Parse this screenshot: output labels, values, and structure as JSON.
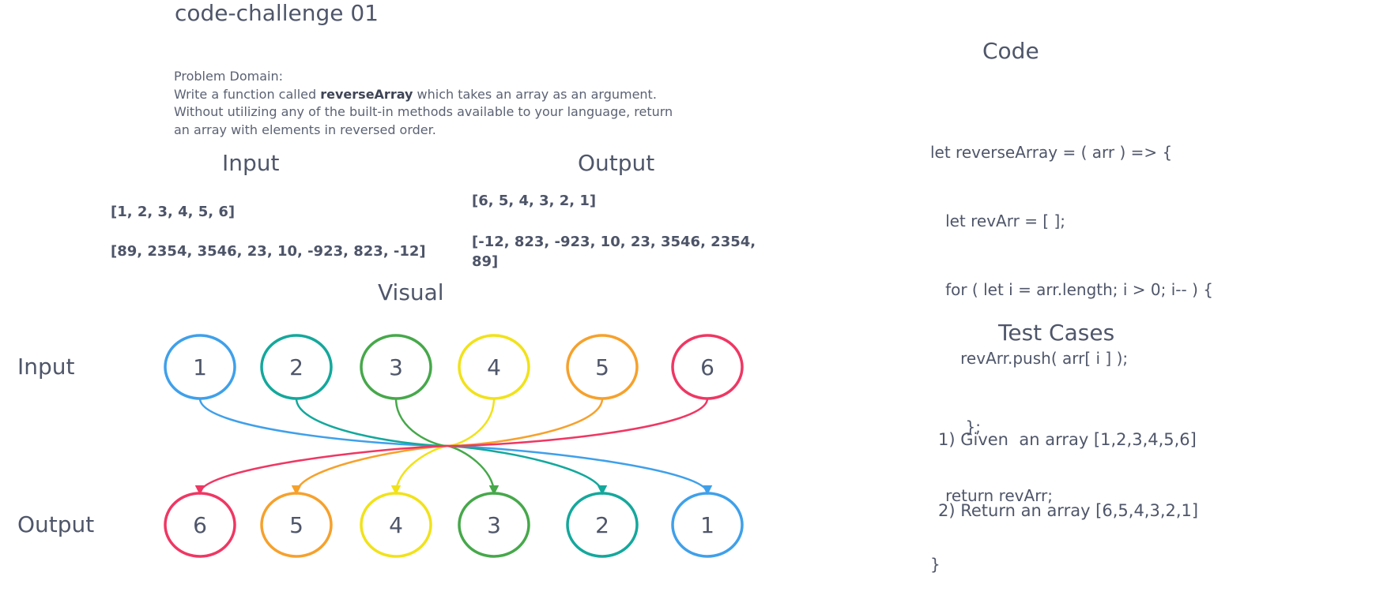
{
  "title": "code-challenge 01",
  "problem": {
    "label": "Problem Domain:",
    "line1_pre": "Write a function called ",
    "line1_bold": "reverseArray",
    "line1_post": " which takes an array as an argument.",
    "line2": "Without utilizing any of the built-in methods available to your language, return",
    "line3": "an array with elements in reversed order."
  },
  "io": {
    "input_heading": "Input",
    "output_heading": "Output",
    "inputs": [
      "[1, 2, 3, 4, 5, 6]",
      "[89, 2354, 3546, 23, 10, -923, 823, -12]"
    ],
    "outputs": [
      "[6, 5, 4, 3, 2, 1]",
      "[-12, 823, -923, 10, 23, 3546, 2354,",
      "89]"
    ]
  },
  "visual": {
    "heading": "Visual",
    "input_label": "Input",
    "output_label": "Output",
    "input_nodes": [
      {
        "label": "1",
        "color": "#3fa0ea"
      },
      {
        "label": "2",
        "color": "#14a89c"
      },
      {
        "label": "3",
        "color": "#46a84a"
      },
      {
        "label": "4",
        "color": "#f1e21a"
      },
      {
        "label": "5",
        "color": "#f6a12c"
      },
      {
        "label": "6",
        "color": "#ef3763"
      }
    ],
    "output_nodes": [
      {
        "label": "6",
        "color": "#ef3763"
      },
      {
        "label": "5",
        "color": "#f6a12c"
      },
      {
        "label": "4",
        "color": "#f1e21a"
      },
      {
        "label": "3",
        "color": "#46a84a"
      },
      {
        "label": "2",
        "color": "#14a89c"
      },
      {
        "label": "1",
        "color": "#3fa0ea"
      }
    ]
  },
  "code": {
    "heading": "Code",
    "lines": [
      "let reverseArray = ( arr ) => {",
      "   let revArr = [ ];",
      "   for ( let i = arr.length; i > 0; i-- ) {",
      "      revArr.push( arr[ i ] );",
      "       };",
      "   return revArr;",
      "}"
    ]
  },
  "tests": {
    "heading": "Test Cases",
    "lines": [
      "1) Given  an array [1,2,3,4,5,6]",
      "2) Return an array [6,5,4,3,2,1]"
    ]
  }
}
